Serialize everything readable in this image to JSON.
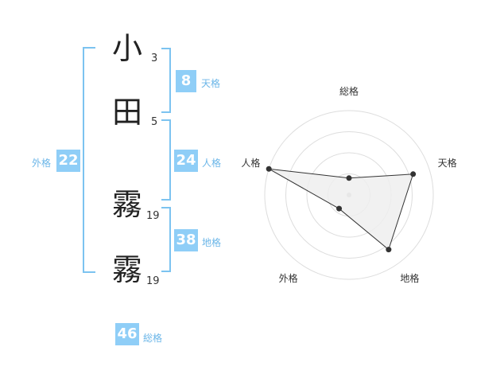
{
  "name": {
    "chars": [
      {
        "kanji": "小",
        "strokes": "3"
      },
      {
        "kanji": "田",
        "strokes": "5"
      },
      {
        "kanji": "霧",
        "strokes": "19"
      },
      {
        "kanji": "霧",
        "strokes": "19"
      }
    ]
  },
  "fortunes": {
    "tenkaku": {
      "label": "天格",
      "value": "8"
    },
    "jinkaku": {
      "label": "人格",
      "value": "24"
    },
    "chikaku": {
      "label": "地格",
      "value": "38"
    },
    "gaikaku": {
      "label": "外格",
      "value": "22"
    },
    "soukaku": {
      "label": "総格",
      "value": "46"
    }
  },
  "chart_data": {
    "type": "radar",
    "axes": [
      "総格",
      "天格",
      "地格",
      "外格",
      "人格"
    ],
    "values": [
      0.2,
      0.8,
      0.8,
      0.2,
      1.0
    ],
    "max": 1.0,
    "rings": 4
  },
  "colors": {
    "accent": "#8fcef7",
    "accent_text": "#6bb6e8",
    "bracket": "#7cc3f0"
  }
}
